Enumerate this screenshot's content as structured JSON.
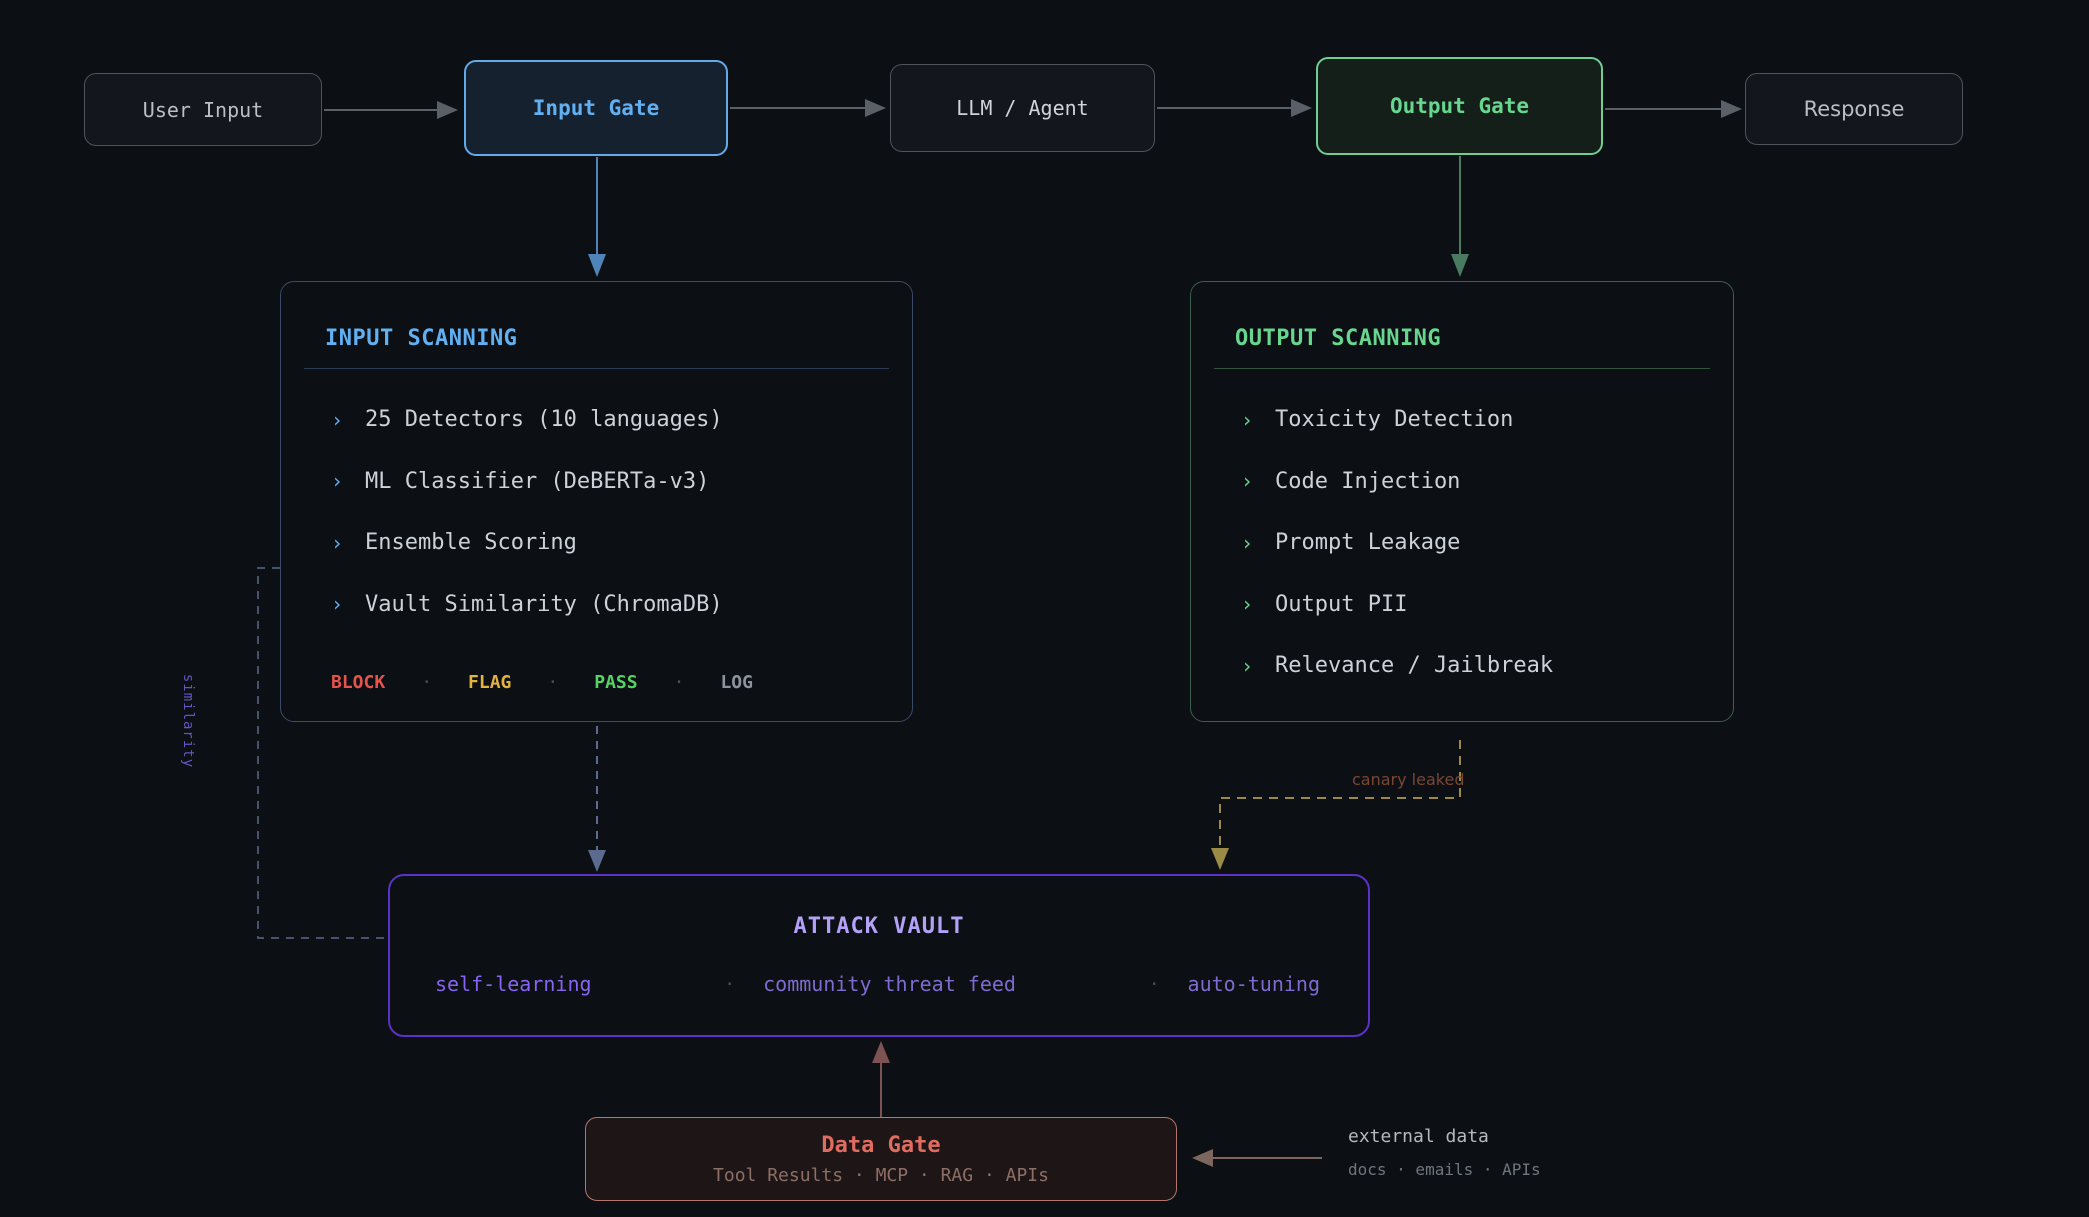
{
  "pipeline": {
    "nodes": [
      {
        "label": "User Input"
      },
      {
        "label": "Input Gate"
      },
      {
        "label": "LLM / Agent"
      },
      {
        "label": "Output Gate"
      },
      {
        "label": "Response"
      }
    ]
  },
  "input_scanning": {
    "title": "INPUT SCANNING",
    "bullet": "›",
    "items": [
      "25 Detectors (10 languages)",
      "ML Classifier (DeBERTa-v3)",
      "Ensemble Scoring",
      "Vault Similarity (ChromaDB)"
    ],
    "separator": "·",
    "verdicts": [
      {
        "label": "BLOCK"
      },
      {
        "label": "FLAG"
      },
      {
        "label": "PASS"
      },
      {
        "label": "LOG"
      }
    ]
  },
  "output_scanning": {
    "title": "OUTPUT SCANNING",
    "bullet": "›",
    "items": [
      "Toxicity Detection",
      "Code Injection",
      "Prompt Leakage",
      "Output PII",
      "Relevance / Jailbreak"
    ]
  },
  "attack_vault": {
    "title": "ATTACK VAULT",
    "separator": "·",
    "items": [
      "self-learning",
      "community threat feed",
      "auto-tuning"
    ]
  },
  "data_gate": {
    "title": "Data Gate",
    "subtitle": "Tool Results · MCP · RAG · APIs"
  },
  "external_data": {
    "title": "external data",
    "subtitle": "docs · emails · APIs"
  },
  "edge_labels": {
    "canary": "canary leaked",
    "similarity": "similarity"
  },
  "colors": {
    "bg": "#0c0f13",
    "panel_bg": "#13161d",
    "gray_border": "#4d545e",
    "gray_text": "#b9bfc7",
    "bright_text": "#ced4dc",
    "item_text": "#ccd2da",
    "blue": "#61b0f2",
    "blue_border": "#64a9e8",
    "blue_dim": "#4e84b8",
    "navy_border": "#3b4a68",
    "divider_blue": "#2c3a55",
    "gate_blue_bg": "#162130",
    "green": "#67d68f",
    "green_border": "#6fce93",
    "green_dim": "#4a7a5f",
    "green_box_border": "#3a5f4a",
    "divider_green": "#33553f",
    "gate_green_bg": "#141f19",
    "red": "#e5534b",
    "yellow": "#e3b341",
    "pass_green": "#56d364",
    "log_gray": "#8b949e",
    "dot": "#484f58",
    "purple_border": "#5b32c7",
    "purple_title": "#b3a2f7",
    "purple_item": "#8565f2",
    "purple_item_dim": "#7e6bd0",
    "salmon": "#e06c5f",
    "salmon_border": "#b5756a",
    "salmon_bg": "#1e1517",
    "salmon_sub": "#8d6f66",
    "ext_text": "#b4bac2",
    "ext_sub": "#6e7681",
    "arrow_gray": "#596068",
    "arrow_ext": "#7d665e",
    "dashed_slate": "#46536f",
    "dashed_blue": "#5b6a8f",
    "olive": "#9b8a45",
    "rust": "#7a4634",
    "maroon_arrow": "#7d5253",
    "similarity_purple": "#6157c2"
  }
}
